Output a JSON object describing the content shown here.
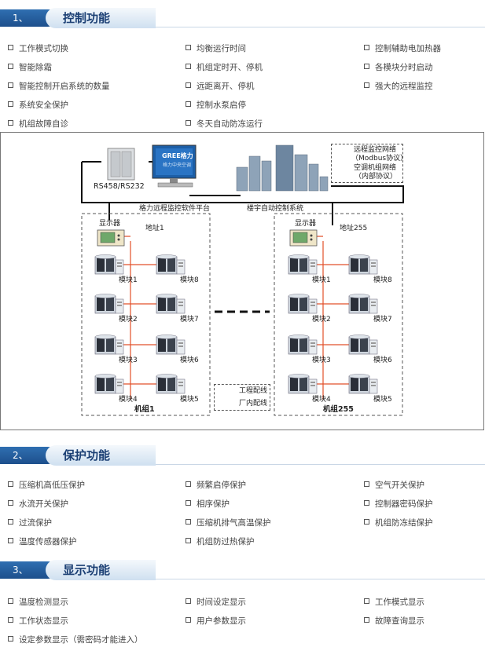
{
  "sections": [
    {
      "num": "1、",
      "title": "控制功能",
      "rows": [
        [
          "工作模式切换",
          "均衡运行时间",
          "控制辅助电加热器"
        ],
        [
          "智能除霜",
          "机组定时开、停机",
          "各模块分时启动"
        ],
        [
          "智能控制开启系统的数量",
          "远距离开、停机",
          "强大的远程监控"
        ],
        [
          "系统安全保护",
          "控制水泵启停",
          ""
        ],
        [
          "机组故障自诊",
          "冬天自动防冻运行",
          ""
        ]
      ]
    },
    {
      "num": "2、",
      "title": "保护功能",
      "rows": [
        [
          "压缩机高低压保护",
          "频繁启停保护",
          "空气开关保护"
        ],
        [
          "水流开关保护",
          "相序保护",
          "控制器密码保护"
        ],
        [
          "过流保护",
          "压缩机排气高温保护",
          "机组防冻结保护"
        ],
        [
          "温度传感器保护",
          "机组防过热保护",
          ""
        ]
      ]
    },
    {
      "num": "3、",
      "title": "显示功能",
      "rows": [
        [
          "温度检测显示",
          "时间设定显示",
          "工作模式显示"
        ],
        [
          "工作状态显示",
          "用户参数显示",
          "故障查询显示"
        ],
        [
          "设定参数显示（需密码才能进入）",
          "",
          ""
        ]
      ]
    }
  ],
  "diagram": {
    "rs_label": "RS458/RS232",
    "monitor_brand": "GREE格力",
    "monitor_sub": "格力中央空调",
    "platform_label": "格力远程监控软件平台",
    "building_label": "楼宇自动控制系统",
    "legend_top": {
      "remote_line1": "远程监控网络",
      "remote_line2": "（Modbus协议）",
      "internal_line1": "空调机组网络",
      "internal_line2": "（内部协议）"
    },
    "legend_bottom": {
      "engineering": "工程配线",
      "factory": "厂内配线"
    },
    "groups": [
      {
        "display_label": "显示器",
        "address_label": "地址1",
        "group_label": "机组1",
        "modules": [
          "模块1",
          "模块2",
          "模块3",
          "模块4",
          "模块8",
          "模块7",
          "模块6",
          "模块5"
        ]
      },
      {
        "display_label": "显示器",
        "address_label": "地址255",
        "group_label": "机组255",
        "modules": [
          "模块1",
          "模块2",
          "模块3",
          "模块4",
          "模块8",
          "模块7",
          "模块6",
          "模块5"
        ]
      }
    ],
    "colors": {
      "engineering_line": "#111111",
      "factory_line": "#e2502a"
    }
  }
}
